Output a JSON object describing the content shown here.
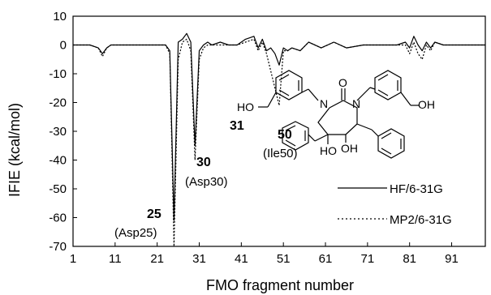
{
  "chart_data": {
    "type": "line",
    "xlabel": "FMO fragment number",
    "ylabel": "IFIE (kcal/mol)",
    "xlim": [
      1,
      99
    ],
    "ylim": [
      -70,
      10
    ],
    "xticks": [
      1,
      11,
      21,
      31,
      41,
      51,
      61,
      71,
      81,
      91
    ],
    "yticks": [
      10,
      0,
      -10,
      -20,
      -30,
      -40,
      -50,
      -60,
      -70
    ],
    "series": [
      {
        "name": "HF/6-31G",
        "style": "solid",
        "x": [
          1,
          5,
          7,
          8,
          9,
          10,
          12,
          15,
          18,
          21,
          22,
          23,
          24,
          25,
          26,
          27,
          28,
          29,
          30,
          31,
          32,
          33,
          34,
          36,
          38,
          40,
          42,
          44,
          45,
          46,
          47,
          48,
          49,
          50,
          51,
          52,
          53,
          55,
          57,
          60,
          63,
          66,
          70,
          74,
          78,
          80,
          81,
          82,
          83,
          84,
          85,
          86,
          87,
          89,
          92,
          95,
          99
        ],
        "y": [
          0,
          0,
          -1,
          -3,
          -1,
          0,
          0,
          0,
          0,
          0,
          0,
          0,
          -2,
          -61,
          1,
          2,
          4,
          1,
          -35,
          -2,
          0,
          1,
          0,
          1,
          0,
          0,
          2,
          3,
          -1,
          2,
          -2,
          -1,
          -3,
          -7,
          -1,
          -2,
          -1,
          -2,
          1,
          -1,
          1,
          -1,
          0,
          0,
          0,
          1,
          -1,
          3,
          0,
          -2,
          1,
          -1,
          1,
          0,
          0,
          0,
          0
        ]
      },
      {
        "name": "MP2/6-31G",
        "style": "dotted",
        "x": [
          1,
          5,
          7,
          8,
          9,
          10,
          12,
          15,
          18,
          21,
          22,
          23,
          24,
          25,
          26,
          27,
          28,
          29,
          30,
          31,
          32,
          33,
          34,
          36,
          38,
          40,
          42,
          44,
          45,
          46,
          47,
          48,
          49,
          50,
          51,
          52,
          53,
          55,
          57,
          60,
          63,
          66,
          70,
          74,
          78,
          80,
          81,
          82,
          83,
          84,
          85,
          86,
          87,
          89,
          92,
          95,
          99
        ],
        "y": [
          0,
          0,
          -1,
          -4,
          -1,
          0,
          0,
          0,
          0,
          0,
          0,
          0,
          -3,
          -72,
          -5,
          1,
          2,
          -2,
          -40,
          -5,
          -1,
          0,
          0,
          0,
          0,
          0,
          1,
          2,
          -2,
          1,
          -3,
          -9,
          -15,
          -21,
          -2,
          -2,
          -1,
          -2,
          1,
          -1,
          1,
          -1,
          0,
          0,
          0,
          0,
          -3,
          1,
          -3,
          -5,
          0,
          -2,
          1,
          0,
          0,
          0,
          0
        ]
      }
    ],
    "annotations": [
      {
        "number": "25",
        "residue": "(Asp25)"
      },
      {
        "number": "30",
        "residue": "(Asp30)"
      },
      {
        "number": "31",
        "residue": ""
      },
      {
        "number": "50",
        "residue": "(Ile50)"
      }
    ],
    "legend_position": "bottom-right",
    "grid": false
  },
  "molecule": {
    "labels": [
      "O",
      "N",
      "N",
      "HO",
      "OH",
      "HO",
      "OH"
    ]
  }
}
